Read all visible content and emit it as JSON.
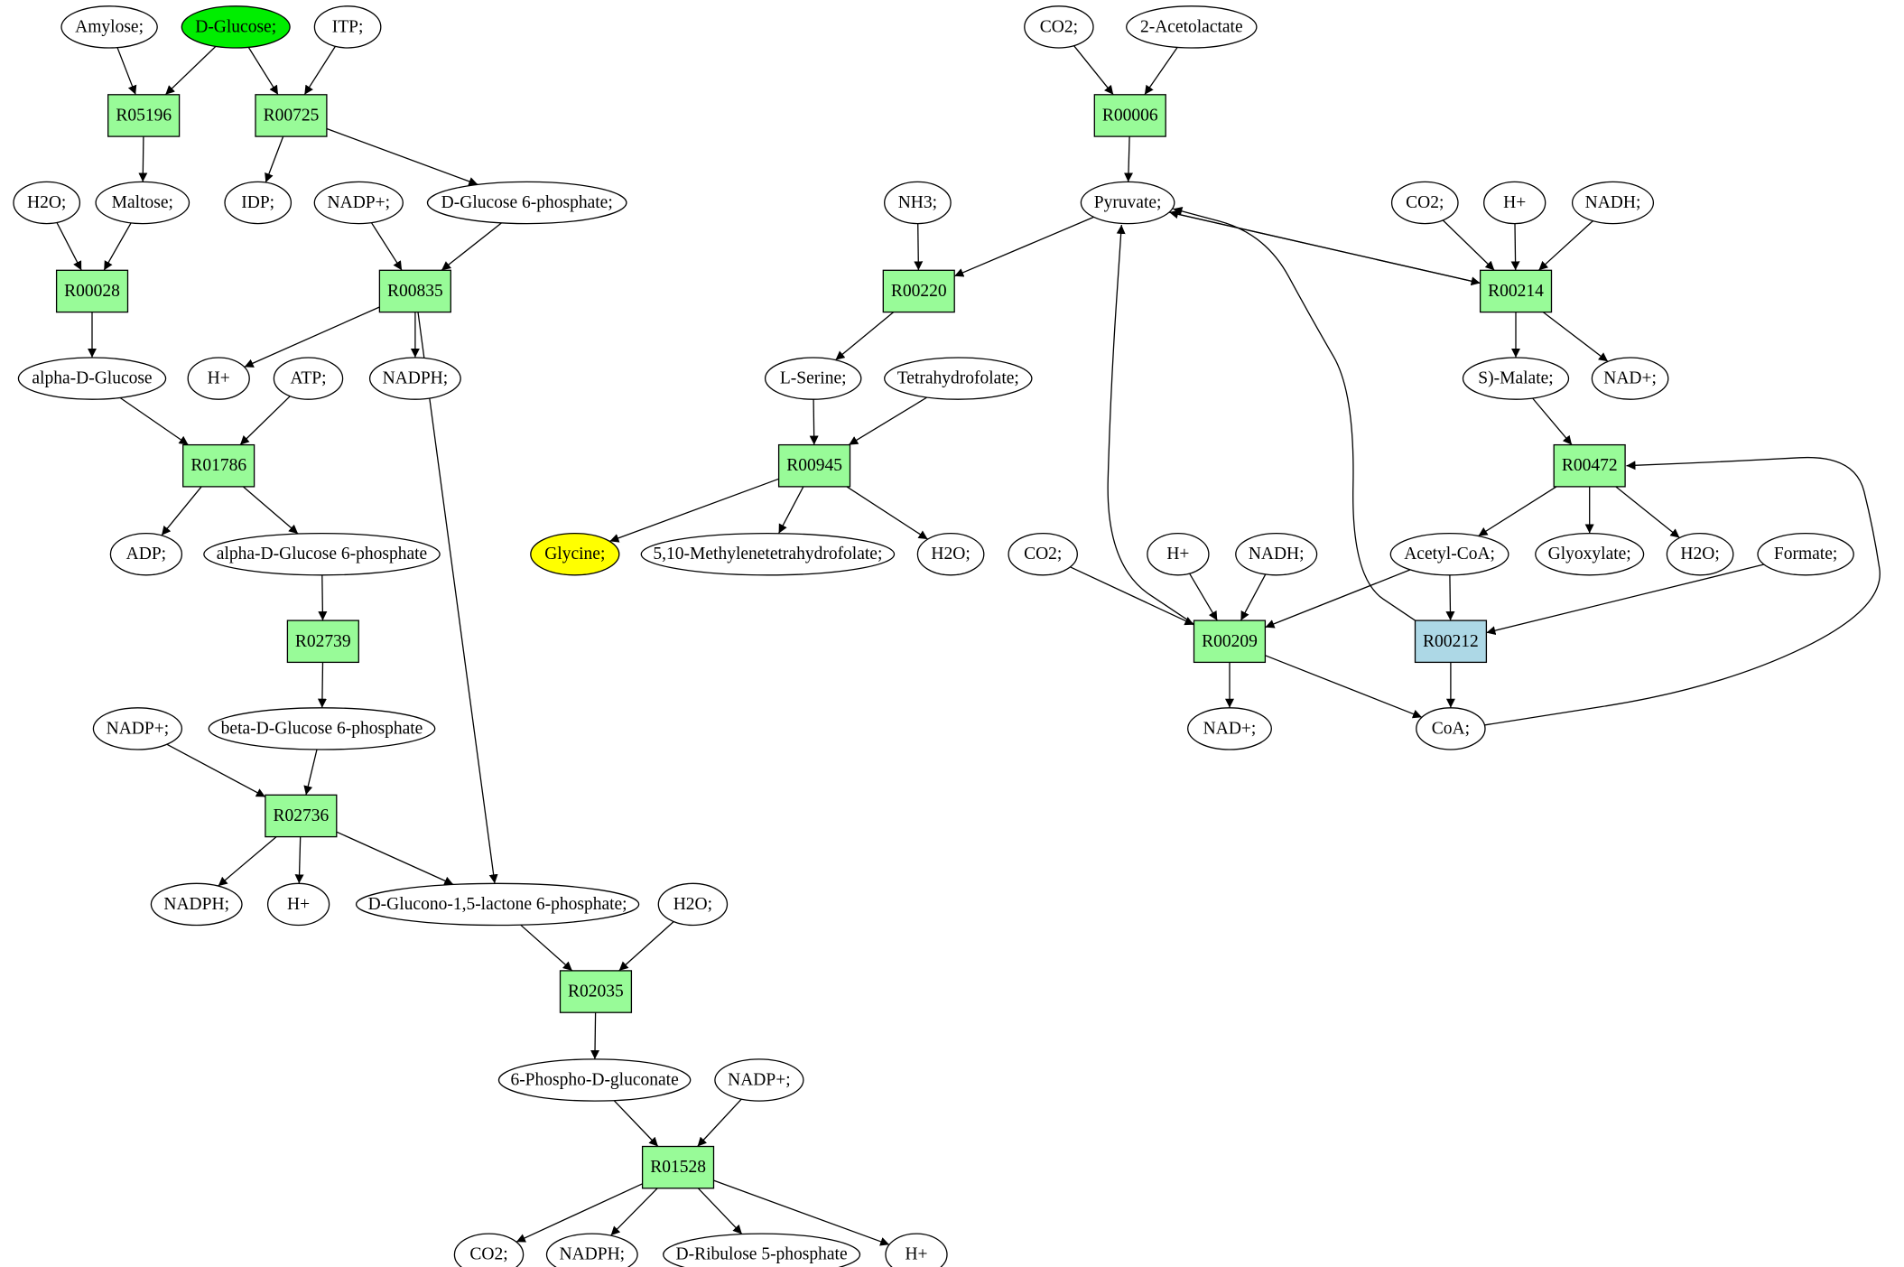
{
  "colors": {
    "reaction": "#98fb98",
    "reaction_alt": "#add8e6",
    "metabolite": "#ffffff",
    "source": "#00ee00",
    "target": "#ffff00"
  },
  "nodes": {
    "amylose": {
      "label": "Amylose;",
      "kind": "metabolite"
    },
    "dglucose": {
      "label": "D-Glucose;",
      "kind": "source"
    },
    "itp": {
      "label": "ITP;",
      "kind": "metabolite"
    },
    "r05196": {
      "label": "R05196",
      "kind": "reaction"
    },
    "r00725": {
      "label": "R00725",
      "kind": "reaction"
    },
    "h2o_1": {
      "label": "H2O;",
      "kind": "metabolite"
    },
    "maltose": {
      "label": "Maltose;",
      "kind": "metabolite"
    },
    "idp": {
      "label": "IDP;",
      "kind": "metabolite"
    },
    "nadpp_1": {
      "label": "NADP+;",
      "kind": "metabolite"
    },
    "dg6p": {
      "label": "D-Glucose 6-phosphate;",
      "kind": "metabolite"
    },
    "r00028": {
      "label": "R00028",
      "kind": "reaction"
    },
    "r00835": {
      "label": "R00835",
      "kind": "reaction"
    },
    "adg": {
      "label": "alpha-D-Glucose",
      "kind": "metabolite"
    },
    "hp_1": {
      "label": "H+",
      "kind": "metabolite"
    },
    "atp": {
      "label": "ATP;",
      "kind": "metabolite"
    },
    "nadph_1": {
      "label": "NADPH;",
      "kind": "metabolite"
    },
    "r01786": {
      "label": "R01786",
      "kind": "reaction"
    },
    "adp": {
      "label": "ADP;",
      "kind": "metabolite"
    },
    "adg6p": {
      "label": "alpha-D-Glucose 6-phosphate",
      "kind": "metabolite"
    },
    "r02739": {
      "label": "R02739",
      "kind": "reaction"
    },
    "nadpp_2": {
      "label": "NADP+;",
      "kind": "metabolite"
    },
    "bdg6p": {
      "label": "beta-D-Glucose 6-phosphate",
      "kind": "metabolite"
    },
    "r02736": {
      "label": "R02736",
      "kind": "reaction"
    },
    "nadph_2": {
      "label": "NADPH;",
      "kind": "metabolite"
    },
    "hp_2": {
      "label": "H+",
      "kind": "metabolite"
    },
    "dgl6p": {
      "label": "D-Glucono-1,5-lactone 6-phosphate;",
      "kind": "metabolite"
    },
    "h2o_2": {
      "label": "H2O;",
      "kind": "metabolite"
    },
    "r02035": {
      "label": "R02035",
      "kind": "reaction"
    },
    "pg": {
      "label": "6-Phospho-D-gluconate",
      "kind": "metabolite"
    },
    "nadpp_3": {
      "label": "NADP+;",
      "kind": "metabolite"
    },
    "r01528": {
      "label": "R01528",
      "kind": "reaction"
    },
    "co2_1": {
      "label": "CO2;",
      "kind": "metabolite"
    },
    "nadph_3": {
      "label": "NADPH;",
      "kind": "metabolite"
    },
    "dr5p": {
      "label": "D-Ribulose 5-phosphate",
      "kind": "metabolite"
    },
    "hp_3": {
      "label": "H+",
      "kind": "metabolite"
    },
    "co2_2": {
      "label": "CO2;",
      "kind": "metabolite"
    },
    "acl": {
      "label": "2-Acetolactate",
      "kind": "metabolite"
    },
    "r00006": {
      "label": "R00006",
      "kind": "reaction"
    },
    "pyruvate": {
      "label": "Pyruvate;",
      "kind": "metabolite"
    },
    "nh3": {
      "label": "NH3;",
      "kind": "metabolite"
    },
    "r00220": {
      "label": "R00220",
      "kind": "reaction"
    },
    "lserine": {
      "label": "L-Serine;",
      "kind": "metabolite"
    },
    "thf": {
      "label": "Tetrahydrofolate;",
      "kind": "metabolite"
    },
    "r00945": {
      "label": "R00945",
      "kind": "reaction"
    },
    "glycine": {
      "label": "Glycine;",
      "kind": "target"
    },
    "mthf": {
      "label": "5,10-Methylenetetrahydrofolate;",
      "kind": "metabolite"
    },
    "h2o_3": {
      "label": "H2O;",
      "kind": "metabolite"
    },
    "co2_3": {
      "label": "CO2;",
      "kind": "metabolite"
    },
    "hp_4": {
      "label": "H+",
      "kind": "metabolite"
    },
    "nadh_1": {
      "label": "NADH;",
      "kind": "metabolite"
    },
    "r00214": {
      "label": "R00214",
      "kind": "reaction"
    },
    "smalate": {
      "label": "S)-Malate;",
      "kind": "metabolite"
    },
    "nadp_1": {
      "label": "NAD+;",
      "kind": "metabolite"
    },
    "r00472": {
      "label": "R00472",
      "kind": "reaction"
    },
    "acoa": {
      "label": "Acetyl-CoA;",
      "kind": "metabolite"
    },
    "glyoxylate": {
      "label": "Glyoxylate;",
      "kind": "metabolite"
    },
    "h2o_4": {
      "label": "H2O;",
      "kind": "metabolite"
    },
    "formate": {
      "label": "Formate;",
      "kind": "metabolite"
    },
    "co2_4": {
      "label": "CO2;",
      "kind": "metabolite"
    },
    "hp_5": {
      "label": "H+",
      "kind": "metabolite"
    },
    "nadh_2": {
      "label": "NADH;",
      "kind": "metabolite"
    },
    "r00209": {
      "label": "R00209",
      "kind": "reaction"
    },
    "r00212": {
      "label": "R00212",
      "kind": "reaction_alt"
    },
    "nadp_2": {
      "label": "NAD+;",
      "kind": "metabolite"
    },
    "coa": {
      "label": "CoA;",
      "kind": "metabolite"
    }
  },
  "edges": [
    [
      "amylose",
      "r05196"
    ],
    [
      "dglucose",
      "r05196"
    ],
    [
      "dglucose",
      "r00725"
    ],
    [
      "itp",
      "r00725"
    ],
    [
      "r05196",
      "maltose"
    ],
    [
      "r00725",
      "idp"
    ],
    [
      "r00725",
      "dg6p"
    ],
    [
      "h2o_1",
      "r00028"
    ],
    [
      "maltose",
      "r00028"
    ],
    [
      "r00028",
      "adg"
    ],
    [
      "nadpp_1",
      "r00835"
    ],
    [
      "dg6p",
      "r00835"
    ],
    [
      "r00835",
      "hp_1"
    ],
    [
      "r00835",
      "nadph_1"
    ],
    [
      "r00835",
      "dgl6p"
    ],
    [
      "adg",
      "r01786"
    ],
    [
      "atp",
      "r01786"
    ],
    [
      "r01786",
      "adp"
    ],
    [
      "r01786",
      "adg6p"
    ],
    [
      "adg6p",
      "r02739"
    ],
    [
      "r02739",
      "bdg6p"
    ],
    [
      "nadpp_2",
      "r02736"
    ],
    [
      "bdg6p",
      "r02736"
    ],
    [
      "r02736",
      "nadph_2"
    ],
    [
      "r02736",
      "hp_2"
    ],
    [
      "r02736",
      "dgl6p"
    ],
    [
      "dgl6p",
      "r02035"
    ],
    [
      "h2o_2",
      "r02035"
    ],
    [
      "r02035",
      "pg"
    ],
    [
      "pg",
      "r01528"
    ],
    [
      "nadpp_3",
      "r01528"
    ],
    [
      "r01528",
      "co2_1"
    ],
    [
      "r01528",
      "nadph_3"
    ],
    [
      "r01528",
      "dr5p"
    ],
    [
      "r01528",
      "hp_3"
    ],
    [
      "co2_2",
      "r00006"
    ],
    [
      "acl",
      "r00006"
    ],
    [
      "r00006",
      "pyruvate"
    ],
    [
      "nh3",
      "r00220"
    ],
    [
      "pyruvate",
      "r00220"
    ],
    [
      "r00220",
      "lserine"
    ],
    [
      "lserine",
      "r00945"
    ],
    [
      "thf",
      "r00945"
    ],
    [
      "r00945",
      "glycine"
    ],
    [
      "r00945",
      "mthf"
    ],
    [
      "r00945",
      "h2o_3"
    ],
    [
      "pyruvate",
      "r00214"
    ],
    [
      "r00214",
      "pyruvate"
    ],
    [
      "co2_3",
      "r00214"
    ],
    [
      "hp_4",
      "r00214"
    ],
    [
      "nadh_1",
      "r00214"
    ],
    [
      "r00214",
      "smalate"
    ],
    [
      "r00214",
      "nadp_1"
    ],
    [
      "smalate",
      "r00472"
    ],
    [
      "coa",
      "r00472"
    ],
    [
      "r00472",
      "acoa"
    ],
    [
      "r00472",
      "glyoxylate"
    ],
    [
      "r00472",
      "h2o_4"
    ],
    [
      "co2_4",
      "r00209"
    ],
    [
      "hp_5",
      "r00209"
    ],
    [
      "nadh_2",
      "r00209"
    ],
    [
      "acoa",
      "r00209"
    ],
    [
      "r00209",
      "pyruvate"
    ],
    [
      "r00209",
      "nadp_2"
    ],
    [
      "r00209",
      "coa"
    ],
    [
      "acoa",
      "r00212"
    ],
    [
      "formate",
      "r00212"
    ],
    [
      "r00212",
      "pyruvate"
    ],
    [
      "r00212",
      "coa"
    ]
  ]
}
